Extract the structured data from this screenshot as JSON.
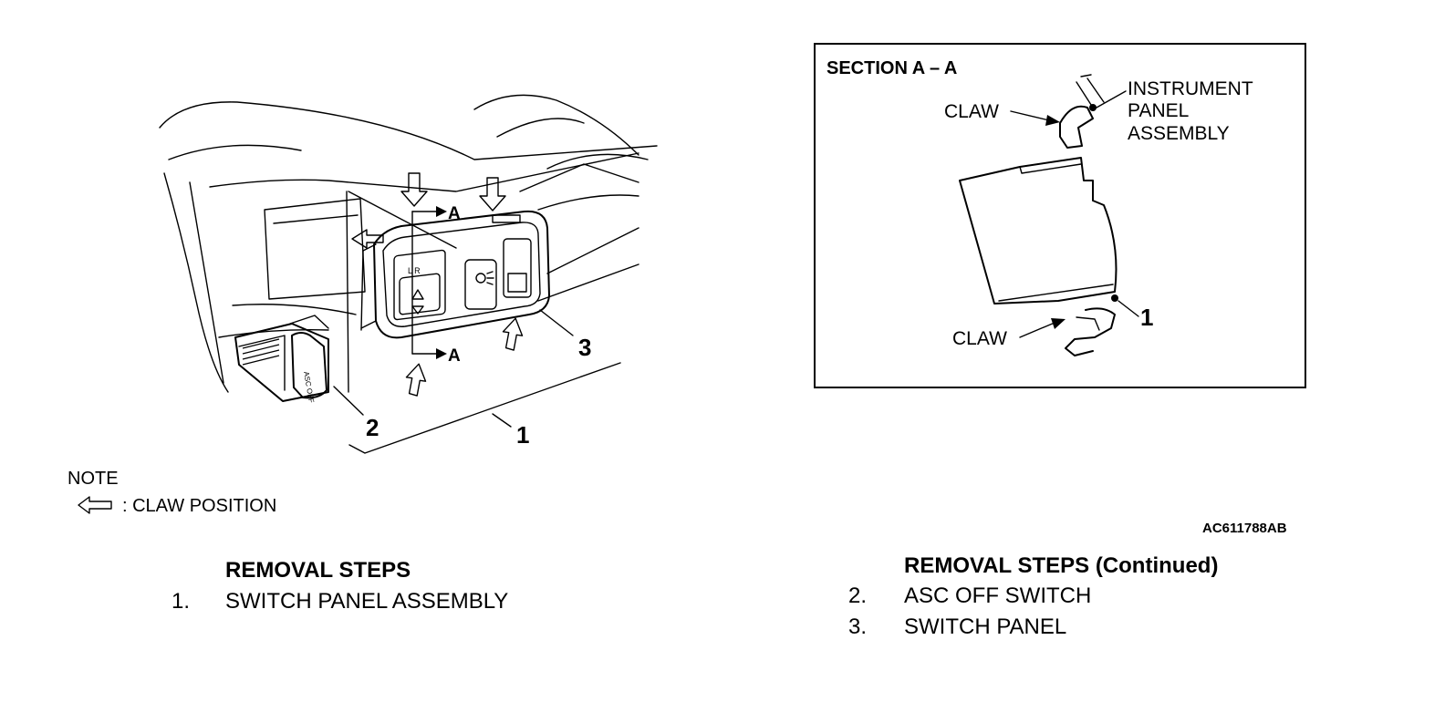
{
  "figure": {
    "callouts": {
      "one": "1",
      "two": "2",
      "three": "3",
      "section_one": "1"
    },
    "section_marks": {
      "top": "A",
      "bottom": "A"
    },
    "section_view": {
      "title": "SECTION A – A",
      "claw_top": "CLAW",
      "claw_bottom": "CLAW",
      "instrument_panel": [
        "INSTRUMENT",
        "PANEL",
        "ASSEMBLY"
      ]
    },
    "switch_text": "ASC OFF",
    "figure_id": "AC611788AB"
  },
  "note": {
    "title": "NOTE",
    "claw_position": ": CLAW POSITION"
  },
  "removal_steps": {
    "heading": "REMOVAL STEPS",
    "items": [
      {
        "num": "1.",
        "text": "SWITCH PANEL ASSEMBLY"
      }
    ]
  },
  "removal_steps_continued": {
    "heading": "REMOVAL STEPS (Continued)",
    "items": [
      {
        "num": "2.",
        "text": "ASC OFF SWITCH"
      },
      {
        "num": "3.",
        "text": "SWITCH PANEL"
      }
    ]
  }
}
